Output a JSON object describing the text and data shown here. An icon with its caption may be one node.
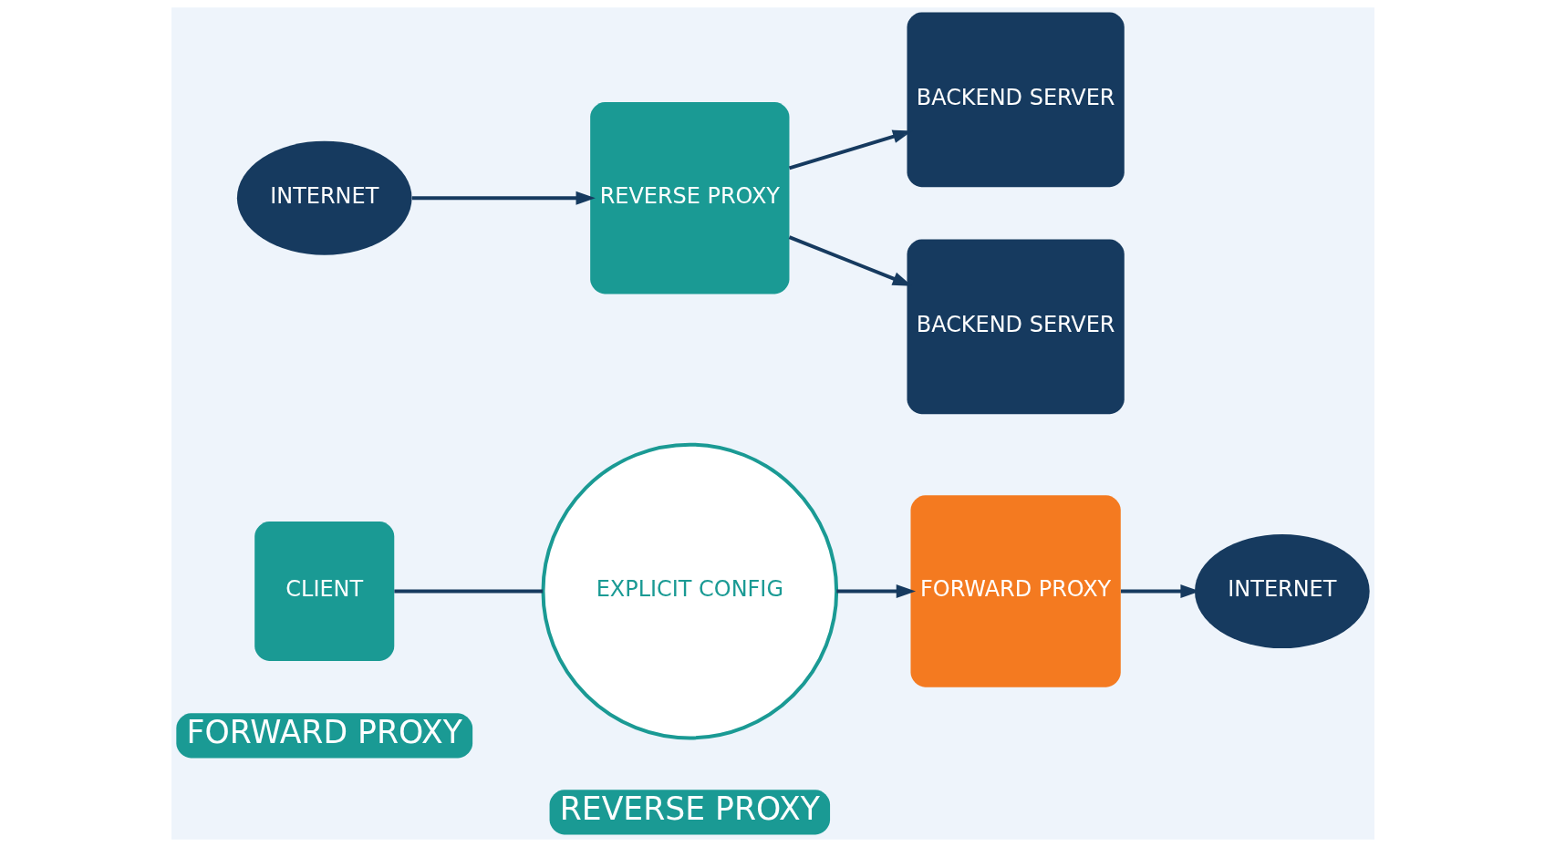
{
  "diagram": {
    "nodes": [
      {
        "text": [
          "FORWARD PROXY"
        ]
      },
      {
        "text": [
          "REVERSE PROXY"
        ]
      },
      {
        "text": [
          "CLIENT"
        ]
      },
      {
        "text": [
          "EXPLICIT CONFIG"
        ]
      },
      {
        "text": [
          "FORWARD PROXY"
        ]
      },
      {
        "text": [
          "INTERNET"
        ]
      },
      {
        "text": [
          "INTERNET"
        ]
      },
      {
        "text": [
          "REVERSE PROXY"
        ]
      },
      {
        "text": [
          "BACKEND SERVER"
        ]
      },
      {
        "text": [
          "BACKEND SERVER"
        ]
      }
    ],
    "edges": [
      {
        "from": 2,
        "to": 3,
        "arrow": "none"
      },
      {
        "from": 3,
        "to": 4,
        "arrow": "to"
      },
      {
        "from": 4,
        "to": 5,
        "arrow": "to"
      },
      {
        "from": 6,
        "to": 7,
        "arrow": "to"
      },
      {
        "from": 7,
        "to": 8,
        "arrow": "to"
      },
      {
        "from": 7,
        "to": 9,
        "arrow": "to"
      }
    ]
  }
}
